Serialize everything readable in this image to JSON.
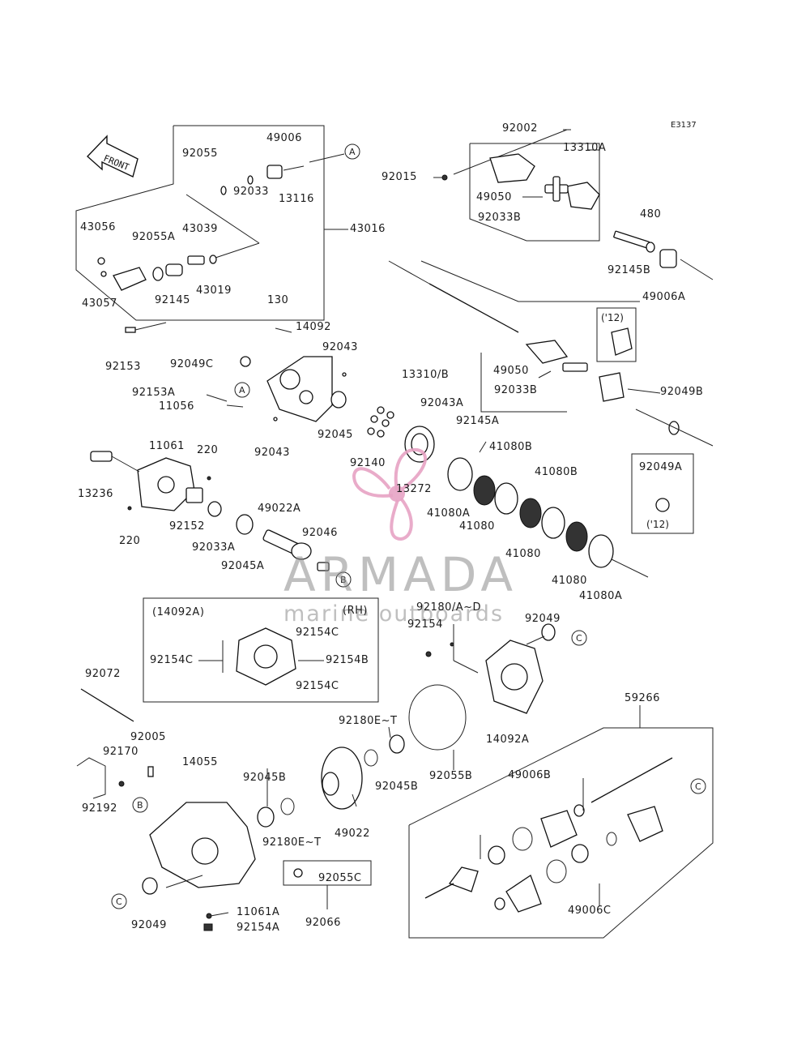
{
  "diagram_code": "E3137",
  "front_label": "FRONT",
  "watermark": {
    "brand": "ARMADA",
    "tagline": "marine outboards"
  },
  "callouts": {
    "a": "A",
    "b": "B",
    "c": "C"
  },
  "notes": {
    "rh_group": "(14092A)",
    "rh_side": "(RH)",
    "year_12_top": "('12)",
    "year_12_bottom": "('12)"
  },
  "parts": {
    "p92002": "92002",
    "p13310A": "13310A",
    "p92015": "92015",
    "p49050_top": "49050",
    "p92033B_top": "92033B",
    "p480": "480",
    "p92145B": "92145B",
    "p49006A": "49006A",
    "p13310B": "13310/B",
    "p49050_mid": "49050",
    "p92033B_mid": "92033B",
    "p92049B": "92049B",
    "p92049A": "92049A",
    "p92055": "92055",
    "p49006": "49006",
    "p92033": "92033",
    "p13116": "13116",
    "p43016": "43016",
    "p43056": "43056",
    "p92055A": "92055A",
    "p43039": "43039",
    "p43057": "43057",
    "p92145": "92145",
    "p43019": "43019",
    "p92153": "92153",
    "p130": "130",
    "p14092": "14092",
    "p92043_top": "92043",
    "p92049C": "92049C",
    "p92153A": "92153A",
    "p11056": "11056",
    "p92045": "92045",
    "p92043_bot": "92043",
    "p11061": "11061",
    "p220_top": "220",
    "p13236": "13236",
    "p92152": "92152",
    "p220_bot": "220",
    "p92033A": "92033A",
    "p49022A": "49022A",
    "p92046": "92046",
    "p92045A": "92045A",
    "p92043A": "92043A",
    "p92145A": "92145A",
    "p92140": "92140",
    "p13272": "13272",
    "p41080B_1": "41080B",
    "p41080A_1": "41080A",
    "p41080_1": "41080",
    "p41080B_2": "41080B",
    "p41080_2": "41080",
    "p41080_3": "41080",
    "p41080A_2": "41080A",
    "p92154C_top": "92154C",
    "p92154C_left": "92154C",
    "p92154B": "92154B",
    "p92154C_bot": "92154C",
    "p92180AD": "92180/A~D",
    "p92154": "92154",
    "p92049_right": "92049",
    "p14092A": "14092A",
    "p92072": "92072",
    "p92180ET_top": "92180E~T",
    "p92045B_right": "92045B",
    "p92055B": "92055B",
    "p59266": "59266",
    "p92005": "92005",
    "p92170": "92170",
    "p14055": "14055",
    "p92045B_left": "92045B",
    "p49006B": "49006B",
    "p92192": "92192",
    "p92180ET_bot": "92180E~T",
    "p49022": "49022",
    "p92055C": "92055C",
    "p49006C": "49006C",
    "p11061A": "11061A",
    "p92049_left": "92049",
    "p92066": "92066",
    "p92154A": "92154A"
  }
}
